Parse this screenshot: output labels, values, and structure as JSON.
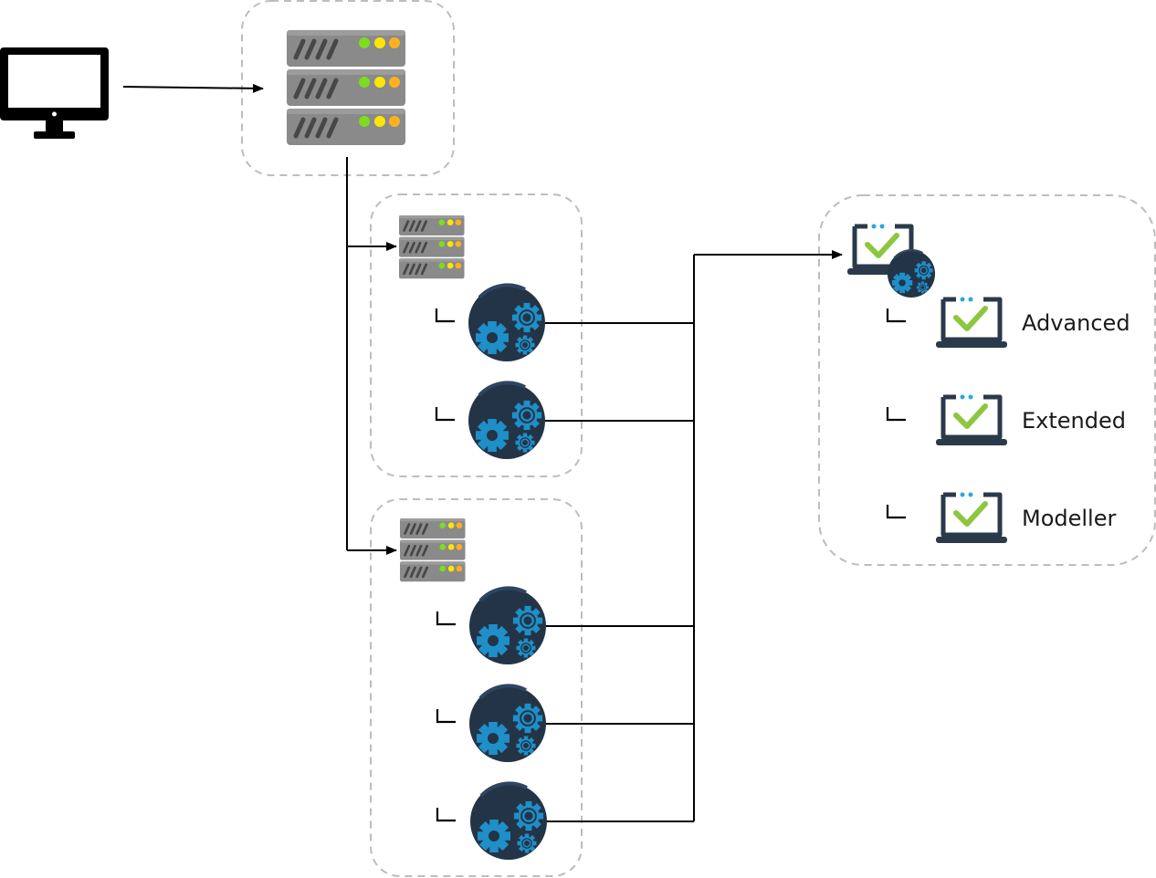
{
  "diagram": {
    "nodes": {
      "client": {
        "icon": "desktop-monitor-icon"
      },
      "main_server": {
        "icon": "server-rack-icon"
      },
      "server_group_1": {
        "icon": "server-rack-icon",
        "services": [
          "gear-globe-icon",
          "gear-globe-icon"
        ]
      },
      "server_group_2": {
        "icon": "server-rack-icon",
        "services": [
          "gear-globe-icon",
          "gear-globe-icon",
          "gear-globe-icon"
        ]
      },
      "license_group": {
        "icon": "laptop-check-gear-icon",
        "items": [
          {
            "label": "Advanced",
            "icon": "laptop-check-icon"
          },
          {
            "label": "Extended",
            "icon": "laptop-check-icon"
          },
          {
            "label": "Modeller",
            "icon": "laptop-check-icon"
          }
        ]
      }
    },
    "colors": {
      "line": "#000000",
      "group_border": "#bdbdbd",
      "server_body": "#8a8a8a",
      "server_slot": "#4a4a4a",
      "led_green": "#7ddc1f",
      "led_yellow": "#ffe600",
      "led_orange": "#ffb020",
      "gear_globe_bg": "#243447",
      "gear_blue": "#1e8fc8",
      "laptop_stroke": "#2b3a4a",
      "check_green": "#8dc63f",
      "dot_blue": "#29a8e0"
    }
  }
}
